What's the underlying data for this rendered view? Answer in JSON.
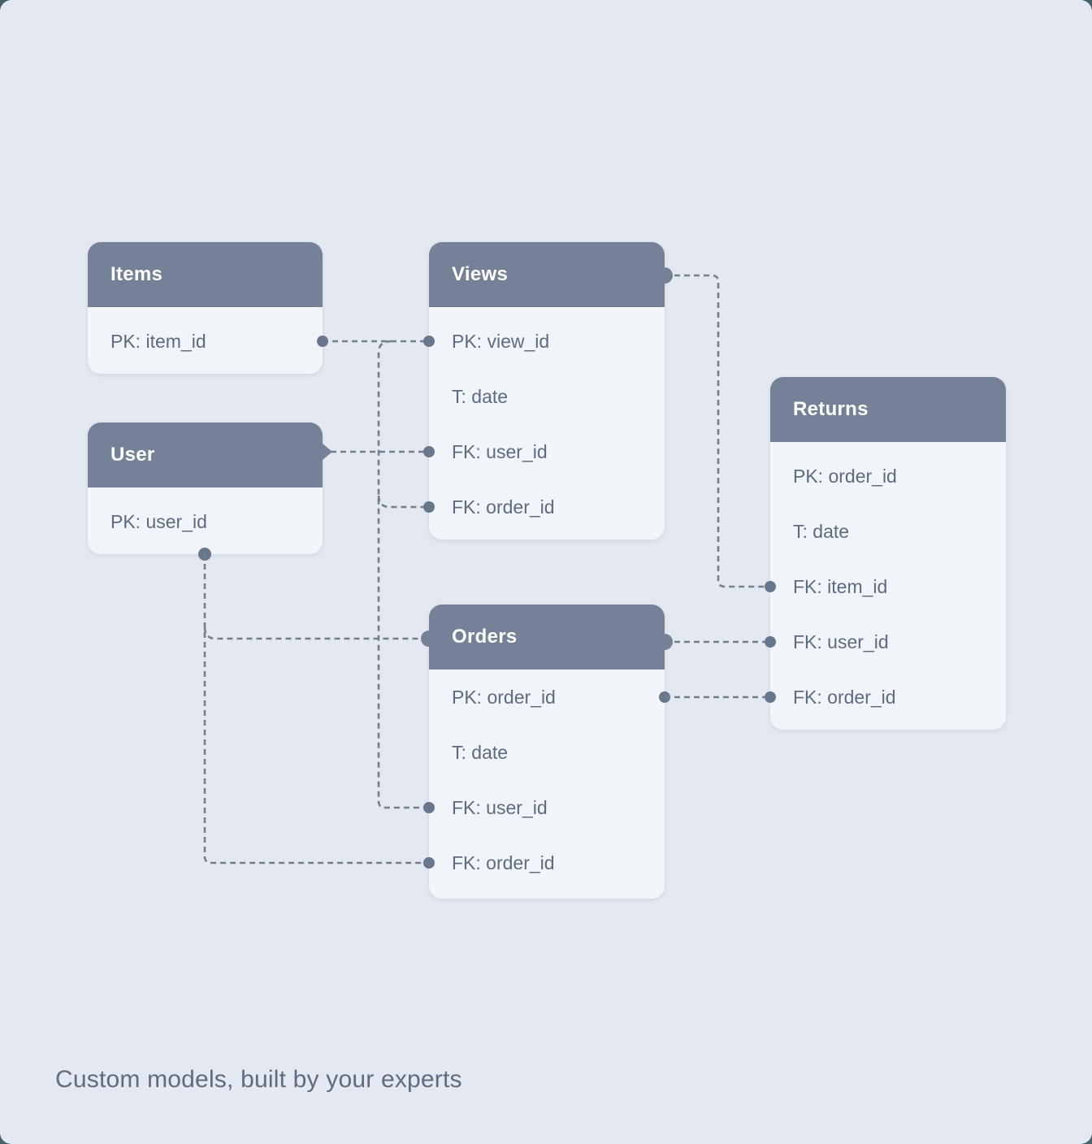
{
  "page": {
    "caption": "Custom models, built by your experts"
  },
  "colors": {
    "outer_background": "#46606a",
    "canvas_background": "#e4e8f0",
    "table_header_background": "#758196",
    "table_body_background": "#f1f4f9",
    "table_header_text": "#ffffff",
    "table_row_text": "#5d6b80",
    "connector_line": "#72808f",
    "connector_dot": "#68778c",
    "caption_text": "#5e6b80"
  },
  "tables": [
    {
      "id": "items",
      "title": "Items",
      "rows": [
        "PK: item_id"
      ]
    },
    {
      "id": "views",
      "title": "Views",
      "rows": [
        "PK: view_id",
        "T: date",
        "FK: user_id",
        "FK: order_id"
      ]
    },
    {
      "id": "user",
      "title": "User",
      "rows": [
        "PK: user_id"
      ]
    },
    {
      "id": "orders",
      "title": "Orders",
      "rows": [
        "PK: order_id",
        "T: date",
        "FK: user_id",
        "FK: order_id"
      ]
    },
    {
      "id": "returns",
      "title": "Returns",
      "rows": [
        "PK: order_id",
        "T: date",
        "FK: item_id",
        "FK: user_id",
        "FK: order_id"
      ]
    }
  ],
  "connections": [
    {
      "from": "items.item_id",
      "to": "views.view_id"
    },
    {
      "from": "items-views-line",
      "to": "views.order_id"
    },
    {
      "from": "items-views-line",
      "to": "orders.user_id"
    },
    {
      "from": "user.header",
      "to": "views.user_id"
    },
    {
      "from": "user.user_id",
      "to": "orders.header"
    },
    {
      "from": "user.user_id",
      "to": "orders.order_id"
    },
    {
      "from": "views.header",
      "to": "returns.item_id"
    },
    {
      "from": "orders.header",
      "to": "returns.user_id"
    },
    {
      "from": "orders.order_id",
      "to": "returns.order_id"
    }
  ]
}
